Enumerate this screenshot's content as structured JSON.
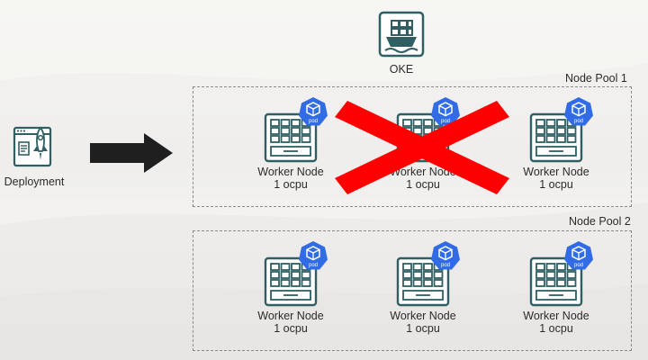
{
  "cluster": {
    "label": "OKE",
    "icon": "oke-ship-icon"
  },
  "deployment": {
    "label": "Deployment",
    "icon": "deployment-rocket-icon"
  },
  "arrow": {
    "icon": "right-arrow-icon"
  },
  "pools": [
    {
      "title": "Node Pool 1",
      "failed_node_index": 1,
      "nodes": [
        {
          "name": "Worker Node",
          "cpu": "1 ocpu",
          "pod": "pod"
        },
        {
          "name": "Worker Node",
          "cpu": "1 ocpu",
          "pod": "pod"
        },
        {
          "name": "Worker Node",
          "cpu": "1 ocpu",
          "pod": "pod"
        }
      ]
    },
    {
      "title": "Node Pool 2",
      "nodes": [
        {
          "name": "Worker Node",
          "cpu": "1 ocpu",
          "pod": "pod"
        },
        {
          "name": "Worker Node",
          "cpu": "1 ocpu",
          "pod": "pod"
        },
        {
          "name": "Worker Node",
          "cpu": "1 ocpu",
          "pod": "pod"
        }
      ]
    }
  ],
  "colors": {
    "teal": "#2f5f62",
    "pod_blue": "#326ce5",
    "cross_red": "#ff0000",
    "arrow": "#1f1f1f"
  }
}
